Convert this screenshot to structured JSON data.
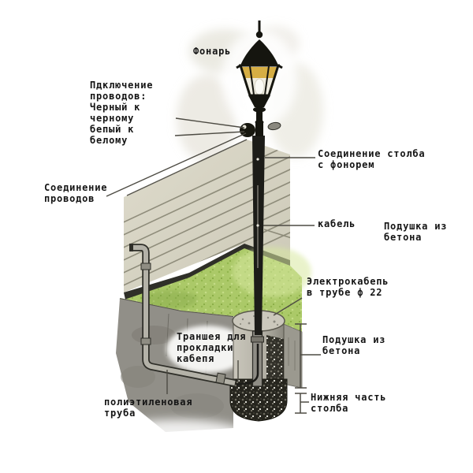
{
  "diagram": {
    "subject": "street lamp post installation scheme",
    "labels": {
      "lantern": "Фонарь",
      "wiring_note": "Пдключение\nпроводов:\nЧерный к\nчерному\nбепый к\nбелому",
      "wire_joint": "Соединение\nпроводов",
      "pole_lantern_joint": "Соединение столба\nс фонорем",
      "cable": "кабель",
      "concrete_pad_upper": "Подушка из\nбетона",
      "electric_cable_pipe": "Электрокабепь\nв трубе ф 22",
      "cable_trench": "Траншея для\nпрокладки\nкабепя",
      "concrete_pad_lower": "Подушка из\nбетона",
      "pole_lower_part": "Нижняя часть\nстолба",
      "poly_pipe": "полиэтиленовая\nтруба"
    },
    "colors": {
      "background": "#ffffff",
      "wall": "#d7d4c5",
      "grass": "#abc968",
      "soil": "#918f88",
      "concrete": "#cbc8bc",
      "gravel": "#26251e",
      "pole": "#1c1c18",
      "lantern_glass": "#d6ae44",
      "text": "#141414",
      "leader_line": "#4d4b43"
    }
  }
}
